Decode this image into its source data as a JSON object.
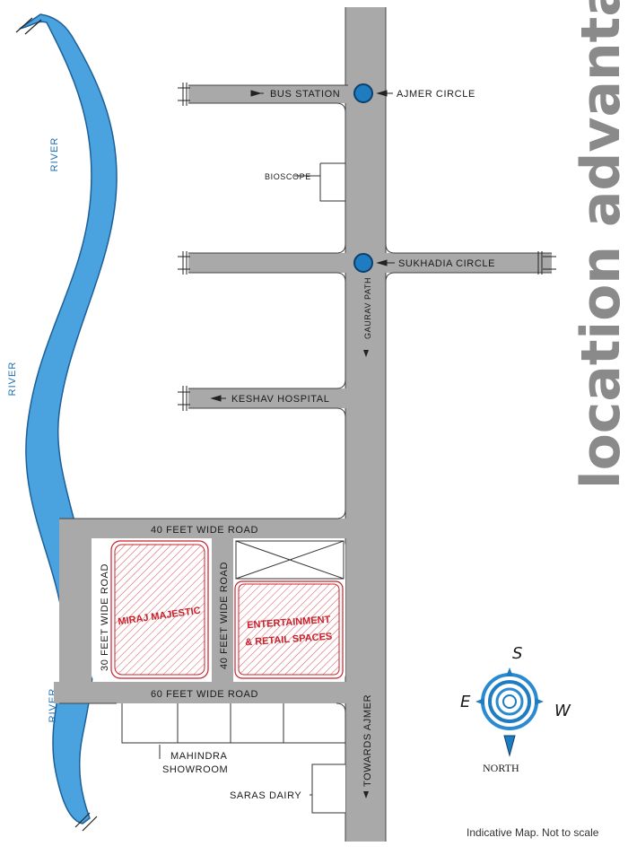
{
  "title": "location advantage",
  "note": "Indicative Map. Not to scale",
  "river": {
    "labels": [
      "RIVER",
      "RIVER",
      "RIVER"
    ]
  },
  "roads": {
    "bus_station": "BUS STATION",
    "ajmer_circle": "AJMER CIRCLE",
    "bioscope": "BIOSCOPE",
    "sukhadia_circle": "SUKHADIA CIRCLE",
    "gaurav_path": "GAURAV PATH",
    "keshav_hospital": "KESHAV HOSPITAL",
    "road_40ft_top": "40 FEET WIDE ROAD",
    "road_30ft": "30 FEET WIDE ROAD",
    "road_40ft_mid": "40 FEET WIDE ROAD",
    "road_60ft": "60 FEET WIDE ROAD",
    "towards_ajmer": "TOWARDS AJMER"
  },
  "plots": {
    "miraj": "MIRAJ MAJESTIC",
    "entertainment_line1": "ENTERTAINMENT",
    "entertainment_line2": "& RETAIL SPACES"
  },
  "landmarks": {
    "mahindra_line1": "MAHINDRA",
    "mahindra_line2": "SHOWROOM",
    "saras_dairy": "SARAS DAIRY"
  },
  "compass": {
    "s": "S",
    "e": "E",
    "w": "W",
    "north": "NORTH"
  },
  "colors": {
    "road": "#a9a9a9",
    "river": "#4aa3df",
    "plot_red": "#c8202a",
    "circle_blue": "#1f7cc0",
    "title_grey": "#8a8a8a"
  }
}
